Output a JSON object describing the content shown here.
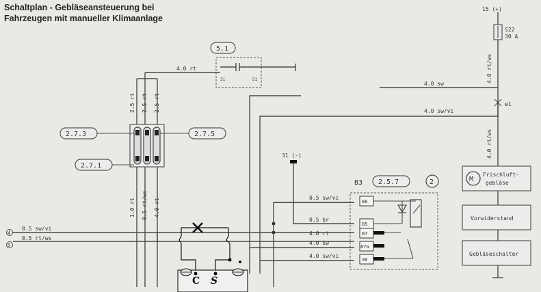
{
  "title": {
    "line1": "Schaltplan - Gebläseansteuerung bei",
    "line2": "Fahrzeugen mit manueller Klimaanlage"
  },
  "refs": {
    "r51": "5.1",
    "r273": "2.7.3",
    "r275": "2.7.5",
    "r271": "2.7.1",
    "r257": "2.5.7",
    "circle2": "2"
  },
  "fuse": {
    "supply": "15 (+)",
    "id": "S22",
    "rating": "30 A"
  },
  "wires": {
    "w40rt": "4.0 rt",
    "w40sw": "4.0 sw",
    "w40swvi": "4.0 sw/vi",
    "w40rtws_top": "4.0 rt/ws",
    "w40rtws_mid": "4.0 rt/ws",
    "v1": "2.5 rt",
    "v2": "2.5 rt",
    "v3": "2.5 rt",
    "b1": "1.0 rt",
    "b2": "0.5 rt/ws",
    "b3": "4.0 rt",
    "left1": "0.5 sw/vi",
    "left2": "0.5 rt/ws",
    "ground": "31 (-)",
    "splice": "e1",
    "relay_w1": "0.5 sw/vi",
    "relay_w2": "0.5 br",
    "relay_w3": "4.0 rt",
    "relay_w4": "4.0 sw",
    "relay_w5": "4.0 sw/vi"
  },
  "relay": {
    "label": "B3",
    "pins": [
      "86",
      "85",
      "87",
      "87a",
      "30"
    ]
  },
  "switch_pins": {
    "p31": "31",
    "p51": "51"
  },
  "left_conn": {
    "c1": "4",
    "c2": "5"
  },
  "components": {
    "motor_line1": "Frischluft-",
    "motor_line2": "gebläse",
    "resistor": "Vorwiderstand",
    "switch": "Gebläseschalter"
  },
  "handwriting": {
    "mark": "X",
    "c": "C",
    "s": "S"
  }
}
